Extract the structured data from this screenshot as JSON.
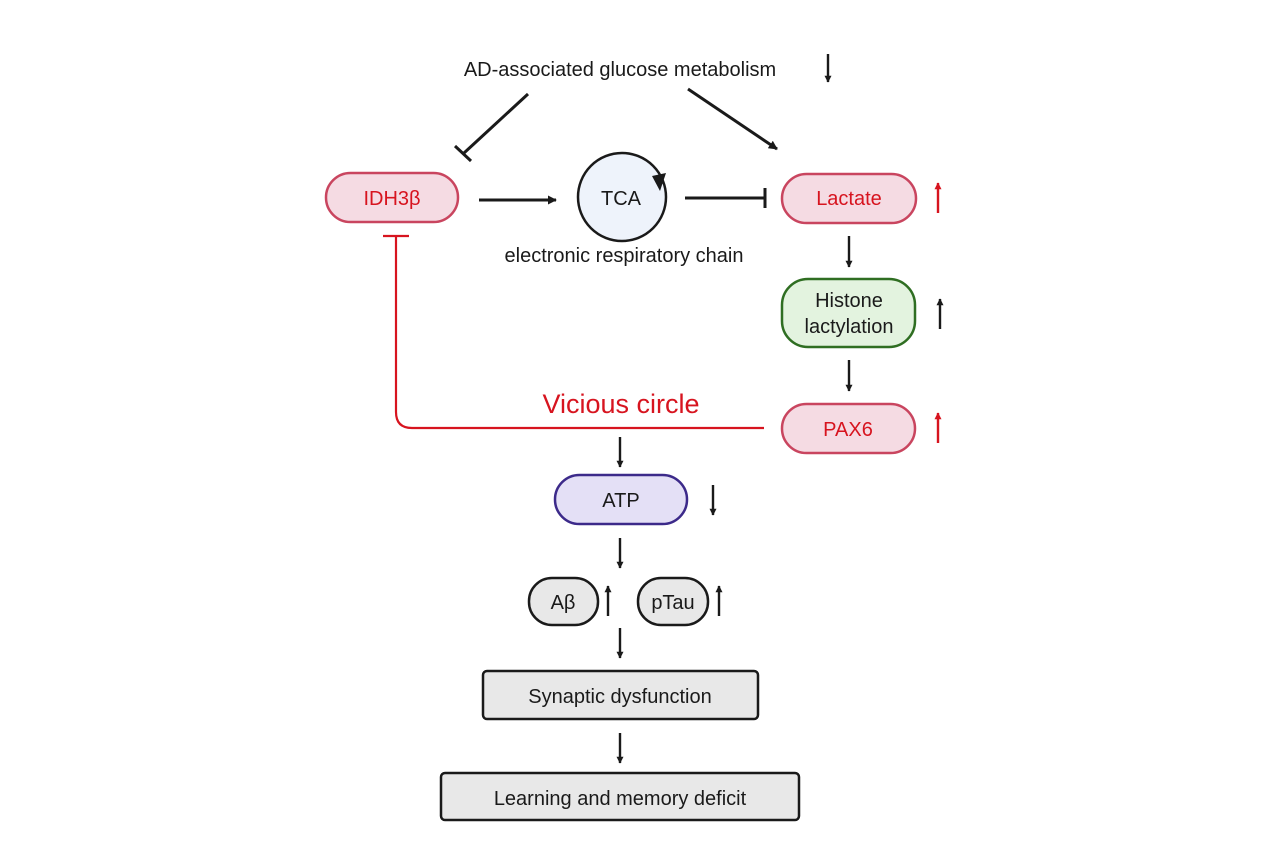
{
  "top_label": "AD-associated glucose metabolism",
  "nodes": {
    "idh3b": "IDH3β",
    "tca": "TCA",
    "lactate": "Lactate",
    "histone_line1": "Histone",
    "histone_line2": "lactylation",
    "pax6": "PAX6",
    "atp": "ATP",
    "abeta": "Aβ",
    "ptau": "pTau",
    "synaptic": "Synaptic dysfunction",
    "learning": "Learning and memory deficit"
  },
  "labels": {
    "electron_chain": "electronic respiratory chain",
    "vicious_circle": "Vicious circle"
  },
  "colors": {
    "red": "#d7141f",
    "pink_fill": "#f5dbe3",
    "pink_stroke": "#c9455f",
    "green_fill": "#e3f3df",
    "green_stroke": "#2f6e22",
    "purple_fill": "#e4e0f6",
    "purple_stroke": "#3c2a8a",
    "blue_fill": "#eef3fb",
    "grey_fill": "#e8e8e8"
  }
}
